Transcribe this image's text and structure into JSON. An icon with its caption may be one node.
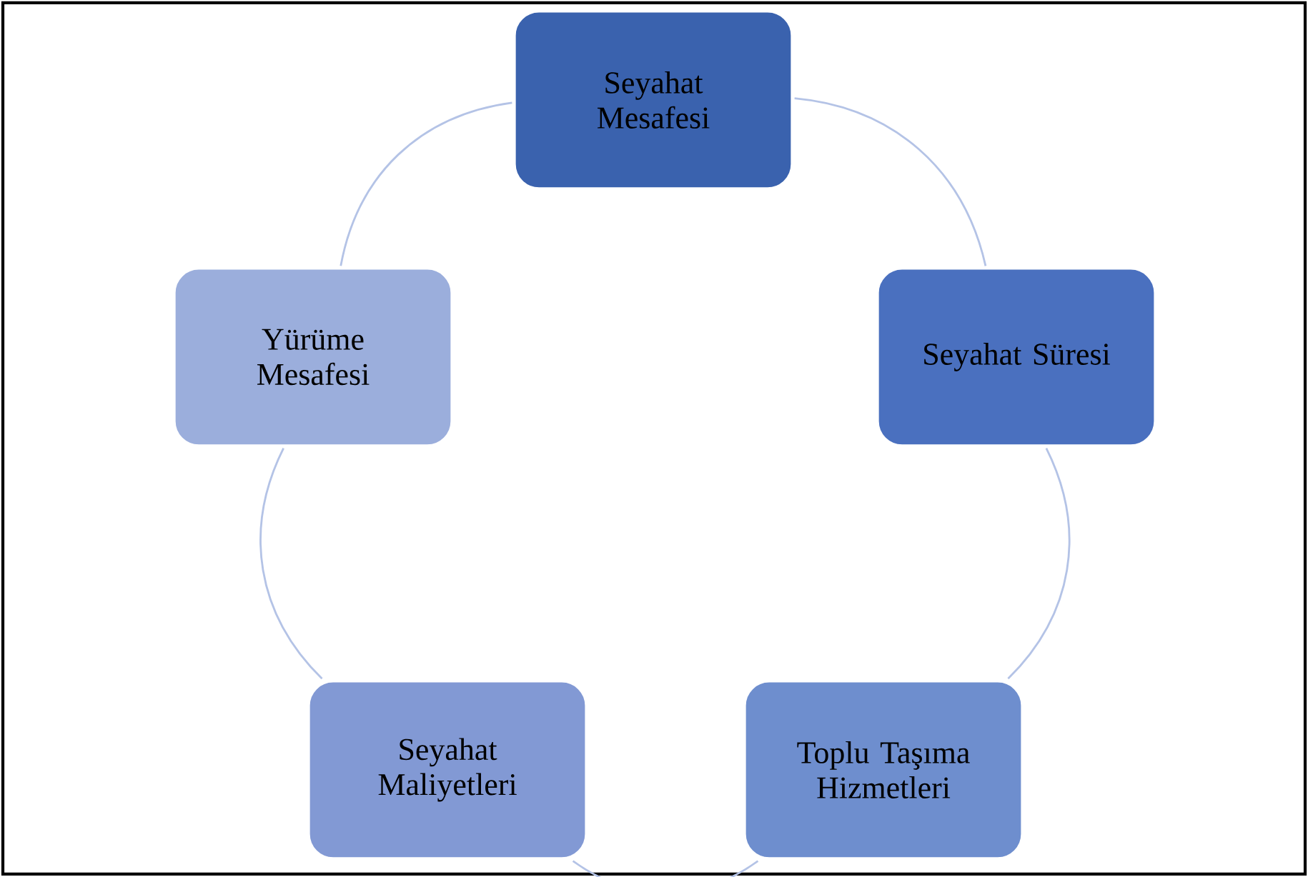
{
  "diagram": {
    "nodes": [
      {
        "text": [
          "Seyahat Mesafesi"
        ]
      },
      {
        "text": [
          "Seyahat Süresi"
        ]
      },
      {
        "text": [
          "Toplu Taşıma Hizmetleri"
        ]
      },
      {
        "text": [
          "Seyahat Maliyetleri"
        ]
      },
      {
        "text": [
          "Yürüme Mesafesi"
        ]
      }
    ],
    "edges": [
      {
        "from": 0,
        "to": 1,
        "arrow": "none"
      },
      {
        "from": 1,
        "to": 2,
        "arrow": "none"
      },
      {
        "from": 2,
        "to": 3,
        "arrow": "none"
      },
      {
        "from": 3,
        "to": 4,
        "arrow": "none"
      },
      {
        "from": 4,
        "to": 0,
        "arrow": "none"
      }
    ]
  }
}
